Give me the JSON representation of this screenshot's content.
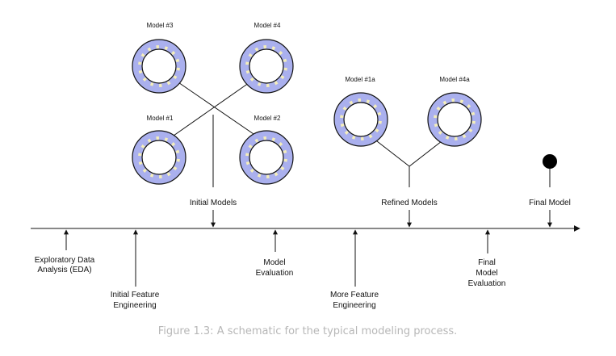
{
  "models": [
    {
      "id": "m3",
      "label": "Model #3"
    },
    {
      "id": "m4",
      "label": "Model #4"
    },
    {
      "id": "m1",
      "label": "Model #1"
    },
    {
      "id": "m2",
      "label": "Model #2"
    },
    {
      "id": "m1a",
      "label": "Model #1a"
    },
    {
      "id": "m4a",
      "label": "Model #4a"
    }
  ],
  "above_labels": {
    "initial_models": "Initial Models",
    "refined_models": "Refined Models",
    "final_model": "Final Model"
  },
  "stages": {
    "eda_line1": "Exploratory Data",
    "eda_line2": "Analysis (EDA)",
    "ife_line1": "Initial Feature",
    "ife_line2": "Engineering",
    "me_line1": "Model",
    "me_line2": "Evaluation",
    "mfe_line1": "More Feature",
    "mfe_line2": "Engineering",
    "fme_line1": "Final",
    "fme_line2": "Model",
    "fme_line3": "Evaluation"
  },
  "caption": "Figure 1.3: A schematic for the typical modeling process.",
  "colors": {
    "ring_fill": "#aab0ee",
    "ring_stripe": "#f4eebb",
    "ring_stroke": "#111111",
    "final_dot": "#000000",
    "caption": "#b7b7b7"
  }
}
